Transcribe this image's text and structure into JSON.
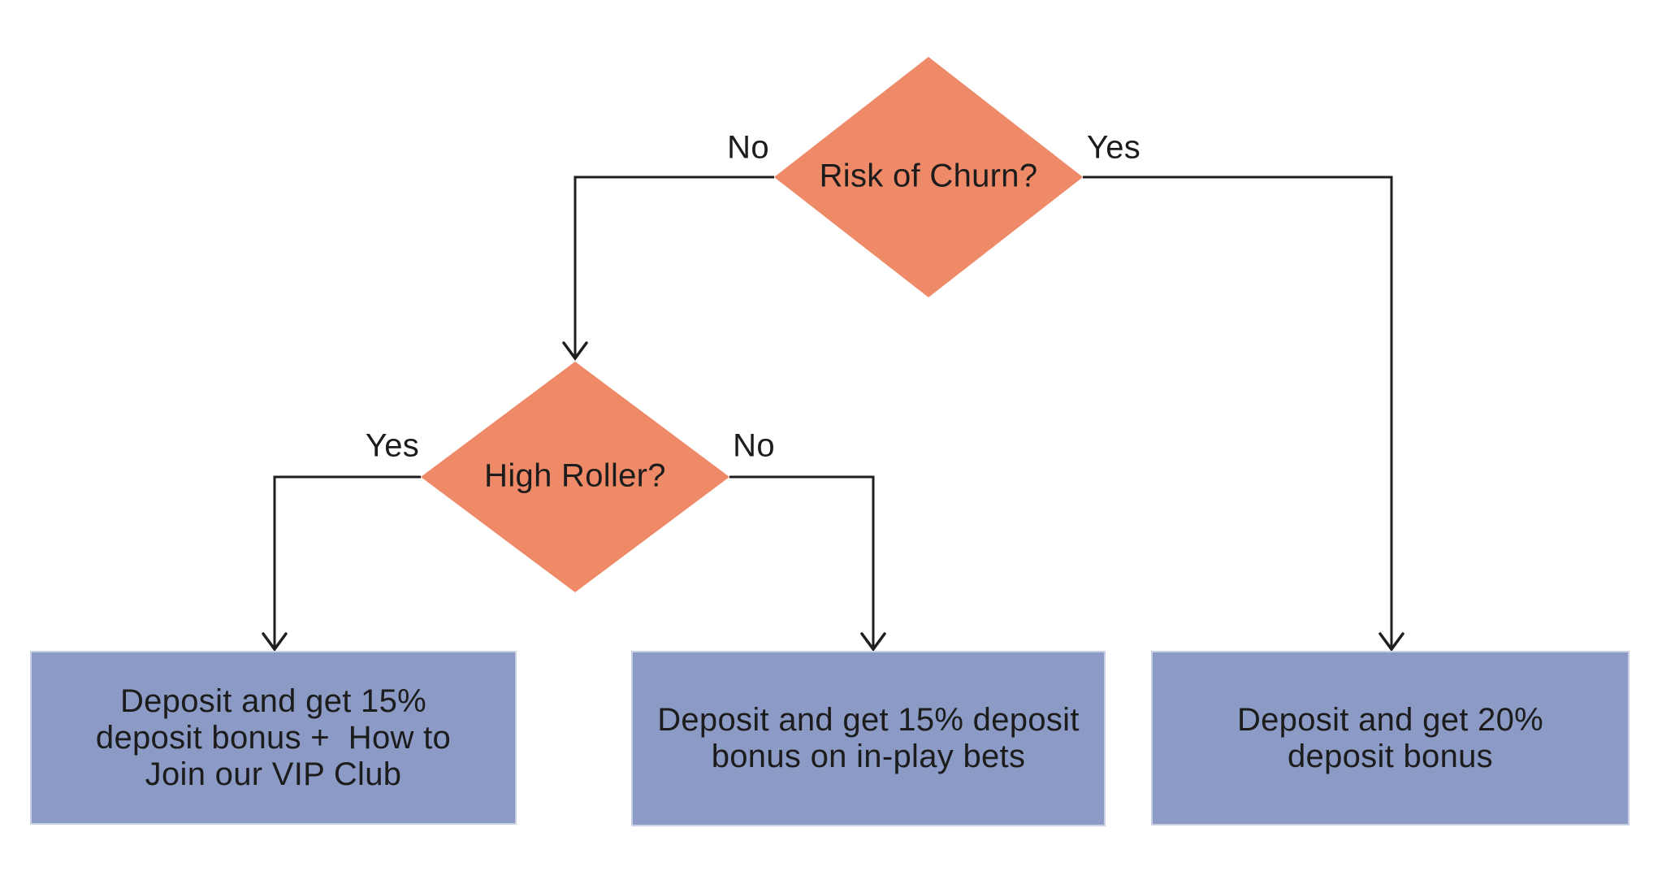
{
  "diagram": {
    "type": "decision-tree-flowchart",
    "background": "#FFFFFF",
    "colors": {
      "decision_fill": "#EF8A69",
      "outcome_fill": "#8C9BC5",
      "outcome_border": "#C9D0E6",
      "line": "#1F1F1F",
      "ink": "#1C1C1C"
    },
    "decisions": [
      {
        "id": "risk-of-churn",
        "label": "Risk of Churn?"
      },
      {
        "id": "high-roller",
        "label": "High Roller?"
      }
    ],
    "edges": [
      {
        "from": "risk-of-churn",
        "to": "high-roller",
        "label": "No"
      },
      {
        "from": "risk-of-churn",
        "to": "outcome-20-bonus",
        "label": "Yes"
      },
      {
        "from": "high-roller",
        "to": "outcome-vip-club",
        "label": "Yes"
      },
      {
        "from": "high-roller",
        "to": "outcome-inplay-bonus",
        "label": "No"
      }
    ],
    "outcomes": [
      {
        "id": "outcome-vip-club",
        "text": "Deposit and get 15%\ndeposit bonus +  How to\nJoin our VIP Club"
      },
      {
        "id": "outcome-inplay-bonus",
        "text": "Deposit and get 15% deposit\nbonus on in-play bets"
      },
      {
        "id": "outcome-20-bonus",
        "text": "Deposit and get 20%\ndeposit bonus"
      }
    ]
  }
}
